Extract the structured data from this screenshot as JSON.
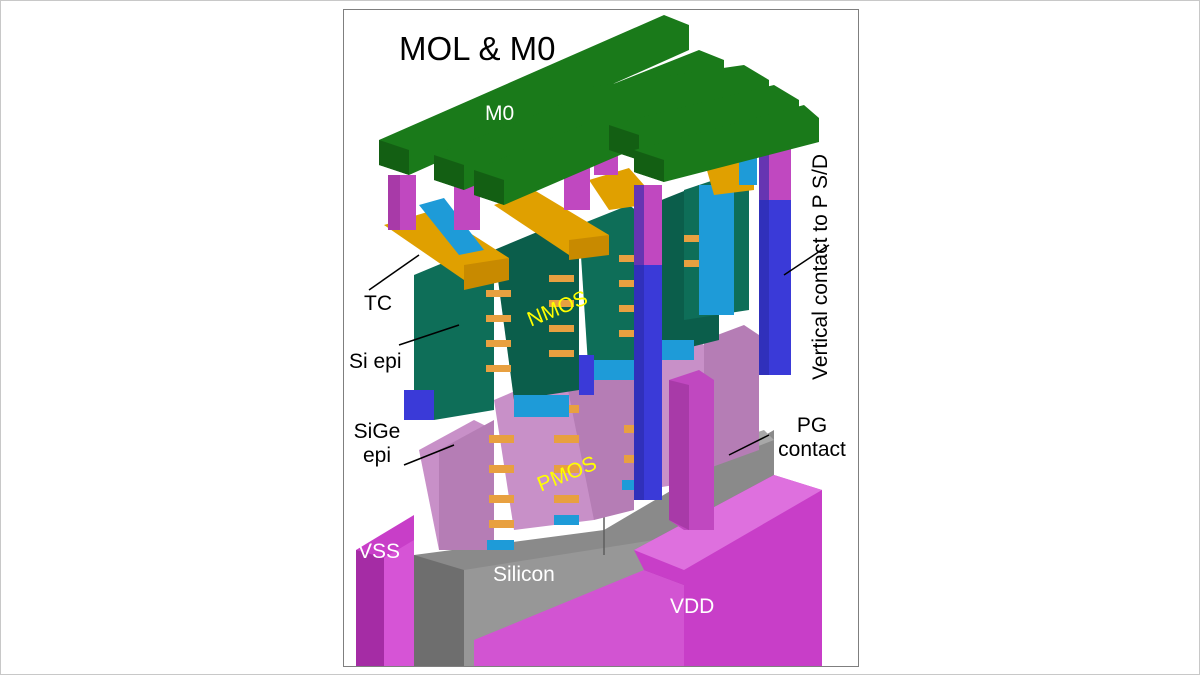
{
  "title": "MOL & M0",
  "labels": {
    "m0": "M0",
    "tc": "TC",
    "si_epi": "Si epi",
    "sige_epi_line1": "SiGe",
    "sige_epi_line2": "epi",
    "nmos": "NMOS",
    "pmos": "PMOS",
    "vertical_contact": "Vertical contact to P S/D",
    "pg_contact_line1": "PG",
    "pg_contact_line2": "contact",
    "vss": "VSS",
    "silicon": "Silicon",
    "vdd": "VDD"
  },
  "colors": {
    "m0_green": "#1a7a1a",
    "tc_gold": "#e0a000",
    "contact_magenta": "#c048c0",
    "vertical_blue": "#3a3ad8",
    "cyan": "#1e9bd8",
    "nmos_teal": "#0e6e58",
    "pmos_pink": "#c890c8",
    "silicon_gray": "#8c8c8c",
    "rail_magenta": "#c83ec8"
  }
}
